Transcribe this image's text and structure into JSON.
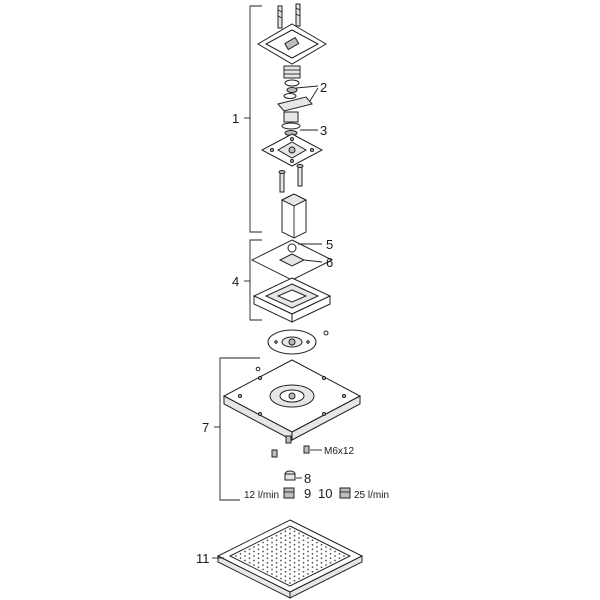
{
  "labels": {
    "n1": "1",
    "n2": "2",
    "n3": "3",
    "n4": "4",
    "n5": "5",
    "n6": "6",
    "n7": "7",
    "n8": "8",
    "n9": "9",
    "n10": "10",
    "n11": "11",
    "screw_spec": "M6x12",
    "flow_12": "12 l/min",
    "flow_25": "25 l/min"
  }
}
